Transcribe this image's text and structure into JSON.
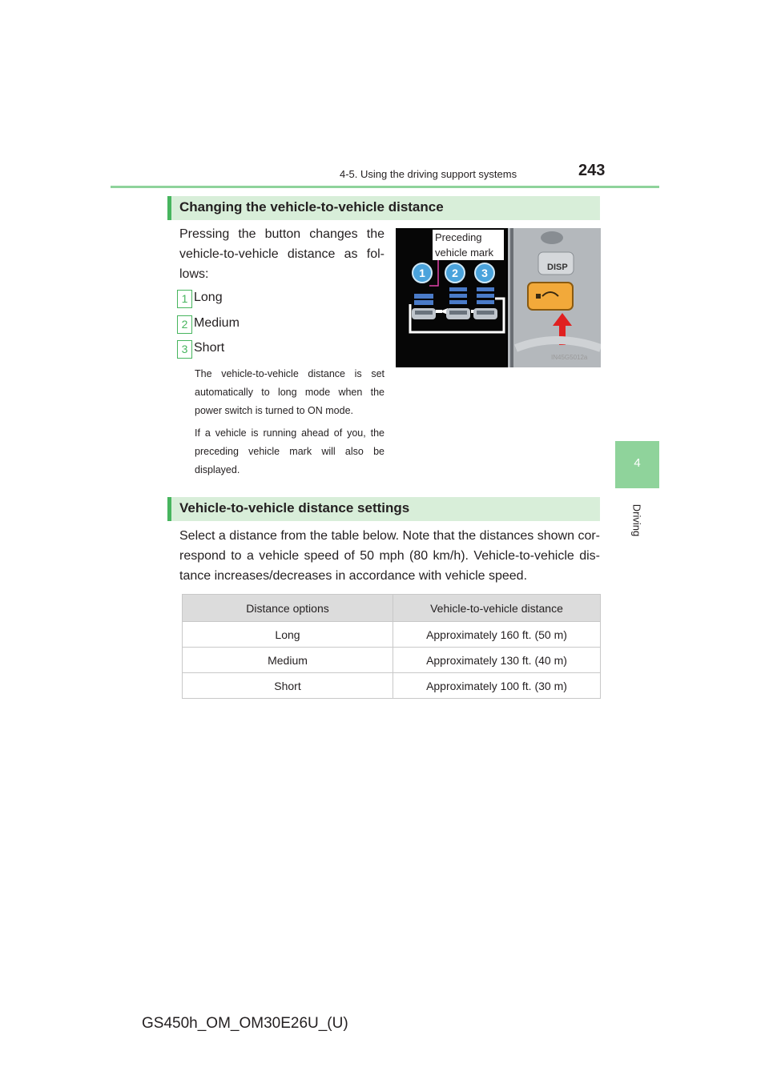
{
  "header": {
    "section": "4-5. Using the driving support systems",
    "page_number": "243"
  },
  "side_tab": {
    "chapter_number": "4",
    "chapter_label": "Driving"
  },
  "section1": {
    "heading": "Changing the vehicle-to-vehicle distance",
    "intro": "Pressing the button changes the vehicle-to-vehicle distance as fol-lows:",
    "items": [
      {
        "num": "1",
        "label": "Long"
      },
      {
        "num": "2",
        "label": "Medium"
      },
      {
        "num": "3",
        "label": "Short"
      }
    ],
    "note1": "The vehicle-to-vehicle distance is set automatically to long mode when the power switch is turned to ON mode.",
    "note2": "If a vehicle is running ahead of you, the preceding vehicle mark will also be displayed."
  },
  "illustration": {
    "callout": "Preceding vehicle mark",
    "numbers": [
      "1",
      "2",
      "3"
    ],
    "disp_label": "DISP",
    "image_code": "IN45G5012a"
  },
  "section2": {
    "heading": "Vehicle-to-vehicle distance settings",
    "paragraph": "Select a distance from the table below. Note that the distances shown cor-respond to a vehicle speed of 50 mph (80 km/h). Vehicle-to-vehicle dis-tance increases/decreases in accordance with vehicle speed.",
    "table": {
      "headers": [
        "Distance options",
        "Vehicle-to-vehicle distance"
      ],
      "rows": [
        [
          "Long",
          "Approximately 160 ft. (50 m)"
        ],
        [
          "Medium",
          "Approximately 130 ft. (40 m)"
        ],
        [
          "Short",
          "Approximately 100 ft. (30 m)"
        ]
      ]
    }
  },
  "footer": "GS450h_OM_OM30E26U_(U)",
  "colors": {
    "accent_green": "#47b55e",
    "light_green": "#8fd39b",
    "heading_bg": "#d8eed9",
    "table_header_bg": "#dcdcdc"
  }
}
